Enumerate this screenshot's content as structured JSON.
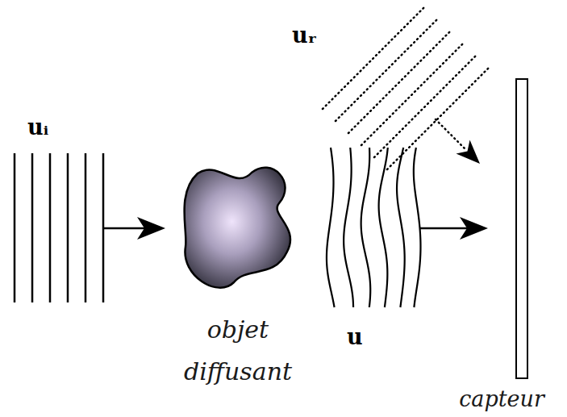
{
  "diagram": {
    "nodes": [
      {
        "text": [
          "objet diffusant"
        ]
      },
      {
        "text": [
          "capteur"
        ]
      }
    ],
    "labels": [
      "uᵢ",
      "uᵣ",
      "u"
    ]
  }
}
